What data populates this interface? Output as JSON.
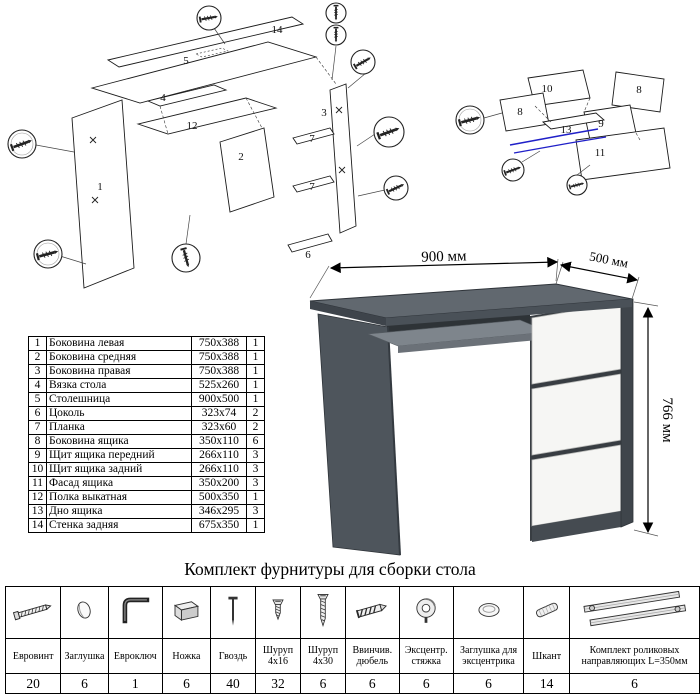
{
  "title": "Комплект фурнитуры для сборки стола",
  "render": {
    "width_label": "900 мм",
    "depth_label": "500 мм",
    "height_label": "766 мм"
  },
  "parts_table": {
    "rows": [
      {
        "num": "1",
        "name": "Боковина левая",
        "size": "750х388",
        "qty": "1"
      },
      {
        "num": "2",
        "name": "Боковина средняя",
        "size": "750х388",
        "qty": "1"
      },
      {
        "num": "3",
        "name": "Боковина правая",
        "size": "750х388",
        "qty": "1"
      },
      {
        "num": "4",
        "name": "Вязка стола",
        "size": "525х260",
        "qty": "1"
      },
      {
        "num": "5",
        "name": "Столешница",
        "size": "900х500",
        "qty": "1"
      },
      {
        "num": "6",
        "name": "Цоколь",
        "size": "323х74",
        "qty": "2"
      },
      {
        "num": "7",
        "name": "Планка",
        "size": "323х60",
        "qty": "2"
      },
      {
        "num": "8",
        "name": "Боковина ящика",
        "size": "350х110",
        "qty": "6"
      },
      {
        "num": "9",
        "name": "Щит ящика передний",
        "size": "266х110",
        "qty": "3"
      },
      {
        "num": "10",
        "name": "Щит ящика задний",
        "size": "266х110",
        "qty": "3"
      },
      {
        "num": "11",
        "name": "Фасад ящика",
        "size": "350х200",
        "qty": "3"
      },
      {
        "num": "12",
        "name": "Полка выкатная",
        "size": "500х350",
        "qty": "1"
      },
      {
        "num": "13",
        "name": "Дно ящика",
        "size": "346х295",
        "qty": "3"
      },
      {
        "num": "14",
        "name": "Стенка задняя",
        "size": "675х350",
        "qty": "1"
      }
    ]
  },
  "hardware_table": {
    "columns": [
      {
        "icon": "icon-euroscrew",
        "label": "Евровинт",
        "qty": "20"
      },
      {
        "icon": "icon-cap",
        "label": "Заглушка",
        "qty": "6"
      },
      {
        "icon": "icon-hexkey",
        "label": "Евроключ",
        "qty": "1"
      },
      {
        "icon": "icon-leg",
        "label": "Ножка",
        "qty": "6"
      },
      {
        "icon": "icon-nail",
        "label": "Гвоздь",
        "qty": "40"
      },
      {
        "icon": "icon-screw-short",
        "label": "Шуруп 4х16",
        "qty": "32"
      },
      {
        "icon": "icon-screw-long",
        "label": "Шуруп 4х30",
        "qty": "6"
      },
      {
        "icon": "icon-dowel-screw",
        "label": "Ввинчив. дюбель",
        "qty": "6"
      },
      {
        "icon": "icon-cam",
        "label": "Эксцентр. стяжка",
        "qty": "6"
      },
      {
        "icon": "icon-cam-cap",
        "label": "Заглушка для эксцентрика",
        "qty": "6"
      },
      {
        "icon": "icon-shkant",
        "label": "Шкант",
        "qty": "14"
      },
      {
        "icon": "icon-rails",
        "label": "Комплект роликовых направляющих L=350мм",
        "qty": "6"
      }
    ]
  },
  "diagram_labels": {
    "desk": [
      "14",
      "5",
      "4",
      "12",
      "2",
      "1",
      "3",
      "7",
      "7",
      "6"
    ],
    "drawer": [
      "10",
      "8",
      "8",
      "9",
      "13",
      "11"
    ]
  }
}
